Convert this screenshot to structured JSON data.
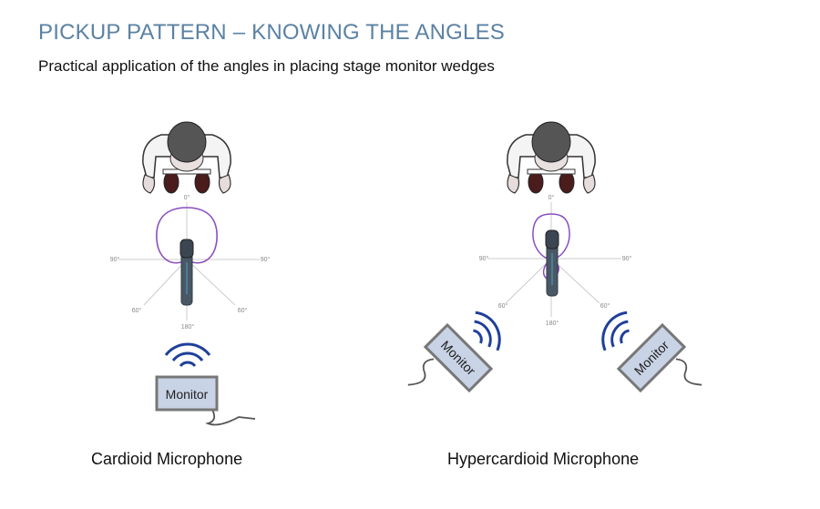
{
  "header": {
    "title": "PICKUP PATTERN – KNOWING THE ANGLES",
    "subtitle": "Practical application of the angles in placing stage monitor wedges"
  },
  "angles": {
    "zero": "0°",
    "ninety": "90°",
    "sixty": "60°",
    "one_eighty": "180°"
  },
  "monitor_label": "Monitor",
  "diagrams": [
    {
      "caption": "Cardioid Microphone"
    },
    {
      "caption": "Hypercardioid Microphone"
    }
  ],
  "colors": {
    "title": "#5b82a3",
    "polar": "#8a4fc0",
    "waves": "#1f3f9a",
    "monitor_fill": "#c9d3e6"
  }
}
